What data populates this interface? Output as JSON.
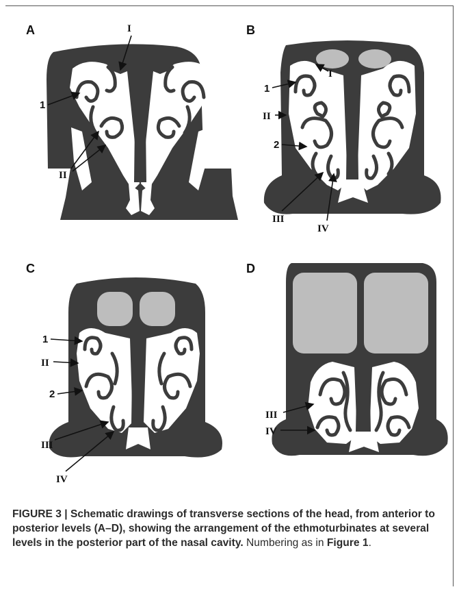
{
  "panels": {
    "a": {
      "letter": "A",
      "labels": {
        "roman_i": "I",
        "num_1": "1",
        "roman_ii": "II"
      }
    },
    "b": {
      "letter": "B",
      "labels": {
        "roman_i": "I",
        "num_1": "1",
        "roman_ii": "II",
        "num_2": "2",
        "roman_iii": "III",
        "roman_iv": "IV"
      }
    },
    "c": {
      "letter": "C",
      "labels": {
        "num_1": "1",
        "roman_ii": "II",
        "num_2": "2",
        "roman_iii": "III",
        "roman_iv": "IV"
      }
    },
    "d": {
      "letter": "D",
      "labels": {
        "roman_iii": "III",
        "roman_iv": "IV"
      }
    }
  },
  "colors": {
    "tissue": "#3c3c3c",
    "sinus": "#bdbdbd",
    "cavity": "#ffffff"
  },
  "caption": {
    "title": "FIGURE 3 | Schematic drawings of transverse sections of the head, from anterior to posterior levels (A–D), showing the arrangement of the ethmoturbinates at several levels in the posterior part of the nasal cavity.",
    "note_prefix": " Numbering as in ",
    "note_ref": "Figure 1",
    "note_suffix": "."
  }
}
